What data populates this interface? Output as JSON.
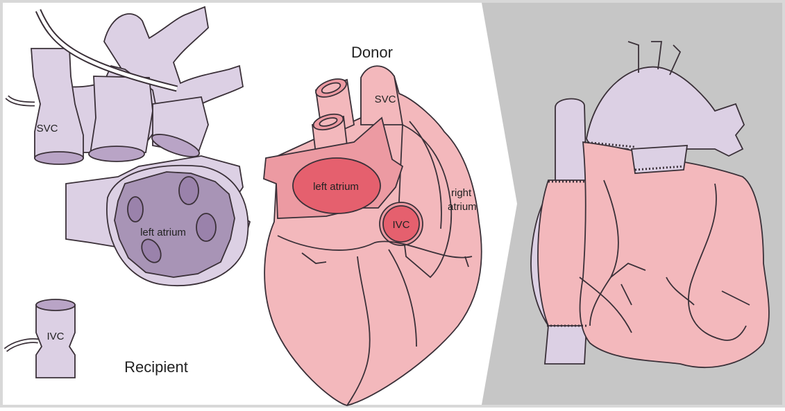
{
  "labels": {
    "donor": "Donor",
    "recipient": "Recipient",
    "recipient_svc": "SVC",
    "recipient_left_atrium": "left atrium",
    "recipient_ivc": "IVC",
    "donor_svc": "SVC",
    "donor_left_atrium": "left atrium",
    "donor_ivc": "IVC",
    "donor_right_atrium_line1": "right",
    "donor_right_atrium_line2": "atrium"
  },
  "colors": {
    "vessel_lavender": "#dcd0e4",
    "recipient_atrium": "#a894b6",
    "heart_pink": "#f3b8bc",
    "atrium_cuff": "#ec9aa2",
    "atrium_red": "#e5606e",
    "result_bg": "#c6c6c6",
    "outline": "#3a3038"
  }
}
